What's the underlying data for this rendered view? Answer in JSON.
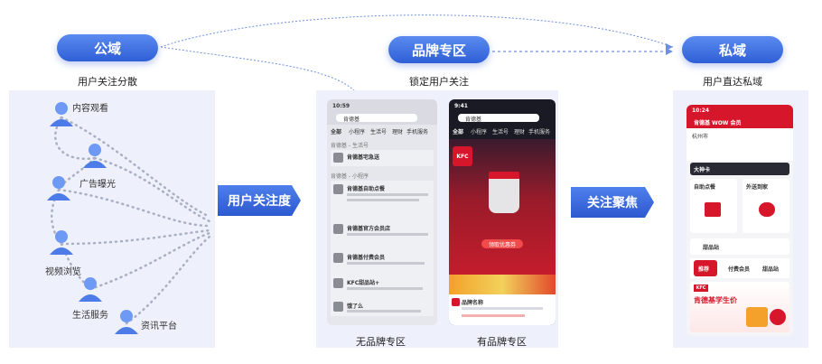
{
  "stages": {
    "public": {
      "title": "公域",
      "subtitle": "用户关注分散"
    },
    "brand": {
      "title": "品牌专区",
      "subtitle": "锁定用户关注"
    },
    "private": {
      "title": "私域",
      "subtitle": "用户直达私域"
    }
  },
  "arrows": {
    "attention": "用户关注度",
    "focus": "关注聚焦"
  },
  "public_nodes": [
    "内容观看",
    "广告曝光",
    "视频浏览",
    "生活服务",
    "资讯平台"
  ],
  "captions": {
    "no_brand": "无品牌专区",
    "with_brand": "有品牌专区"
  },
  "phone_no_brand": {
    "time": "10:59",
    "search": "肯德基",
    "tabs": [
      "全部",
      "小程序",
      "生活号",
      "理财",
      "手机服务"
    ],
    "section1": "肯德基 - 生活号",
    "section2": "肯德基 - 小程序",
    "items": [
      "肯德基宅急送",
      "肯德基自助点餐",
      "肯德基官方会员店",
      "肯德基付费会员",
      "KFC甜品站+",
      "饿了么"
    ]
  },
  "phone_brand": {
    "time": "9:41",
    "search": "肯德基",
    "tabs": [
      "全部",
      "小程序",
      "生活号",
      "理财",
      "手机服务"
    ],
    "brand_name": "品牌名称",
    "cta": "领取优惠券",
    "kfc": "KFC"
  },
  "phone_private": {
    "time": "10:24",
    "title": "肯德基 WOW 会员",
    "city": "杭州市",
    "tile1_title": "自助点餐",
    "tile2_title": "外送到家",
    "tile3_title": "大神卡",
    "section": "甜品站",
    "tabs": [
      "推荐",
      "付费会员",
      "甜品站"
    ],
    "promo": "肯德基学生价",
    "kfc": "KFC"
  },
  "colors": {
    "accent": "#2f5fd6",
    "panel": "#eef1fb",
    "kfc_red": "#d6172b"
  }
}
